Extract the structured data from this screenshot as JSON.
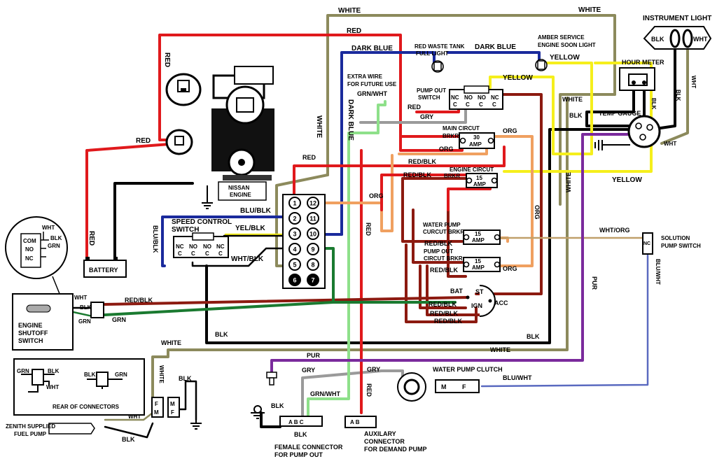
{
  "wire_labels": {
    "white_top_left": "WHITE",
    "white_top_right": "WHITE",
    "red_top": "RED",
    "red_left_vertical": "RED",
    "red_left_horizontal": "RED",
    "red_battery": "RED",
    "dark_blue_1": "DARK BLUE",
    "dark_blue_2": "DARK BLUE",
    "dark_blue_vertical": "DARK BLUE",
    "white_vertical": "WHITE",
    "yellow_1": "YELLOW",
    "yellow_2": "YELLOW",
    "yellow_3": "YELLOW",
    "white_right_1": "WHITE",
    "white_right_2": "WHITE",
    "blk_temp": "BLK",
    "red_near_sw": "RED",
    "grn_wht": "GRN/WHT",
    "gry": "GRY",
    "org_1": "ORG",
    "org_2": "ORG",
    "org_3": "ORG",
    "org_vertical": "ORG",
    "org_bottom": "ORG",
    "red_mid": "RED",
    "red_vertical_mid": "RED",
    "red_blk_1": "RED/BLK",
    "red_blk_2": "RED/BLK",
    "red_blk_3": "RED/BLK",
    "red_blk_4": "RED/BLK",
    "red_blk_5": "RED/BLK",
    "red_blk_left": "RED/BLK",
    "red_blk_6": "RED/BLK",
    "blu_blk": "BLU/BLK",
    "blu_blk_vertical": "BLU/BLK",
    "yel_blk": "YEL/BLK",
    "wht_blk": "WHT/BLK",
    "wht_org": "WHT/ORG",
    "blu_wht_vertical": "BLU/WHT",
    "blu_wht_bottom": "BLU/WHT",
    "pur_vertical": "PUR",
    "pur_bottom": "PUR",
    "white_bottom": "WHITE",
    "white_left_bottom": "WHITE",
    "white_left_vertical": "WHITE",
    "blk_bottom": "BLK",
    "blk_right": "BLK",
    "grn": "GRN",
    "gry_bottom": "GRY",
    "gry_bottom2": "GRY",
    "grn_wht_bottom": "GRN/WHT",
    "red_bottom": "RED",
    "blk_fuel": "BLK",
    "blk_fm": "BLK",
    "blk_connector": "BLK",
    "blk_connector2": "BLK",
    "wht_fuel": "WHT",
    "wht_shutoff": "WHT",
    "blk_shutoff": "BLK",
    "grn_shutoff": "GRN",
    "blk_hour": "BLK",
    "blk_instr": "BLK",
    "wht_instr": "WHT",
    "wht_temp": "WHT"
  },
  "components": {
    "instrument_light": "INSTRUMENT LIGHT",
    "instrument_blk": "BLK",
    "instrument_wht": "WHT",
    "hour_meter": "HOUR METER",
    "temp_gauge": "TEMP GAUGE",
    "red_waste_tank_1": "RED WASTE TANK",
    "red_waste_tank_2": "FULL LIGHT",
    "amber_service_1": "AMBER SERVICE",
    "amber_service_2": "ENGINE SOON LIGHT",
    "extra_wire_1": "EXTRA WIRE",
    "extra_wire_2": "FOR FUTURE USE",
    "pump_out_switch_1": "PUMP OUT",
    "pump_out_switch_2": "SWITCH",
    "main_circuit_1": "MAIN CIRCUT",
    "main_circuit_2": "BRKR",
    "main_amp": "30",
    "main_amp_unit": "AMP",
    "engine_circuit_1": "ENGINE CIRCUT",
    "engine_circuit_2": "BRKR",
    "engine_amp": "15",
    "engine_amp_unit": "AMP",
    "water_pump_1": "WATER PUMP",
    "water_pump_2": "CURCUT BRKR",
    "water_amp": "15",
    "water_amp_unit": "AMP",
    "pump_out_circuit_1": "PUMP OUT",
    "pump_out_circuit_2": "CIRCUT BRKR",
    "pump_out_amp": "15",
    "pump_out_amp_unit": "AMP",
    "nissan_1": "NISSAN",
    "nissan_2": "ENGINE",
    "speed_control_1": "SPEED CONTROL",
    "speed_control_2": "SWITCH",
    "battery": "BATTERY",
    "solution_pump_1": "SOLUTION",
    "solution_pump_2": "PUMP SWITCH",
    "engine_shutoff_1": "ENGINE",
    "engine_shutoff_2": "SHUTOFF",
    "engine_shutoff_3": "SWITCH",
    "water_pump_clutch": "WATER PUMP CLUTCH",
    "rear_connectors": "REAR OF CONNECTORS",
    "zenith_1": "ZENITH SUPPLIED",
    "zenith_2": "FUEL PUMP",
    "female_conn_1": "FEMALE CONNECTOR",
    "female_conn_2": "FOR PUMP OUT",
    "aux_conn_1": "AUXILARY",
    "aux_conn_2": "CONNECTOR",
    "aux_conn_3": "FOR DEMAND PUMP",
    "ign_bat": "BAT",
    "ign_st": "ST",
    "ign_ign": "IGN",
    "ign_acc": "ACC",
    "abc": "A B C",
    "ab": "A  B",
    "clutch_m": "M",
    "clutch_f": "F",
    "fm_f": "F",
    "fm_m": "M",
    "mf_m": "M",
    "mf_f": "F"
  },
  "switch_terms": {
    "nc": "NC",
    "no": "NO",
    "com": "COM",
    "c": "C",
    "wht": "WHT",
    "blk": "BLK",
    "grn": "GRN"
  },
  "terminal_block": [
    "1",
    "12",
    "2",
    "11",
    "3",
    "10",
    "4",
    "9",
    "5",
    "8",
    "6",
    "7"
  ],
  "colors": {
    "red": "#e0191c",
    "dark_blue": "#1a2a9c",
    "white_wire": "#8c8a5c",
    "yellow": "#f5ef1c",
    "orange": "#f0a060",
    "dark_red": "#8c1a10",
    "green": "#1a7a30",
    "light_green": "#8ee08a",
    "gray": "#9a9a9a",
    "purple": "#7a2a9c",
    "blu_wht": "#5a6ac0",
    "black": "#000000"
  }
}
